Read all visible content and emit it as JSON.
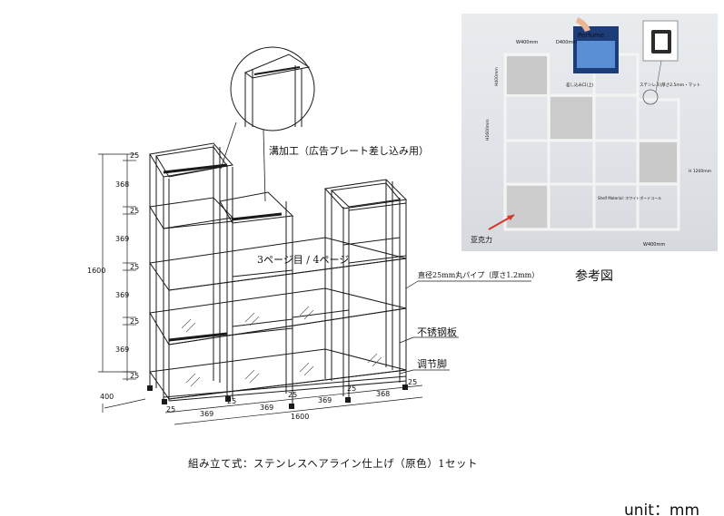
{
  "drawing": {
    "dims_vertical": [
      "25",
      "368",
      "25",
      "369",
      "25",
      "369",
      "25",
      "369",
      "25"
    ],
    "dim_total_height": "1600",
    "dim_depth": "400",
    "dims_horizontal": [
      "25",
      "369",
      "25",
      "369",
      "25",
      "369",
      "25",
      "368",
      "25"
    ],
    "dim_total_width": "1600",
    "callout_slot": "溝加工（広告プレート差し込み用）",
    "callout_page": "3ページ目 / 4ページ",
    "callout_pipe": "直径25mm丸パイプ（厚さ1.2mm）",
    "callout_panel": "不锈钢板",
    "callout_foot": "调节脚"
  },
  "reference": {
    "caption": "参考図",
    "dim_w400": "W400mm",
    "dim_d400": "D400mm",
    "dim_h1600": "H1600mm",
    "dim_h1200": "H 1200mm",
    "dim_h400": "H400mm",
    "dim_w400_bottom": "W400mm",
    "label_slot": "差し込み口(上)",
    "label_stainless": "ステンレス(厚さ2.5mm・マット",
    "label_shelf": "Shelf Material: ホワイトボードコール",
    "label_acrylic": "亚克力",
    "poster_text": "Perfume"
  },
  "footer": {
    "assembly_note": "組み立て式：ステンレスヘアライン仕上げ（原色）1セット",
    "unit": "unit：mm"
  },
  "colors": {
    "line": "#1a1a1a",
    "accent_red": "#d9342b",
    "photo_bg": "#e4e7ea"
  }
}
